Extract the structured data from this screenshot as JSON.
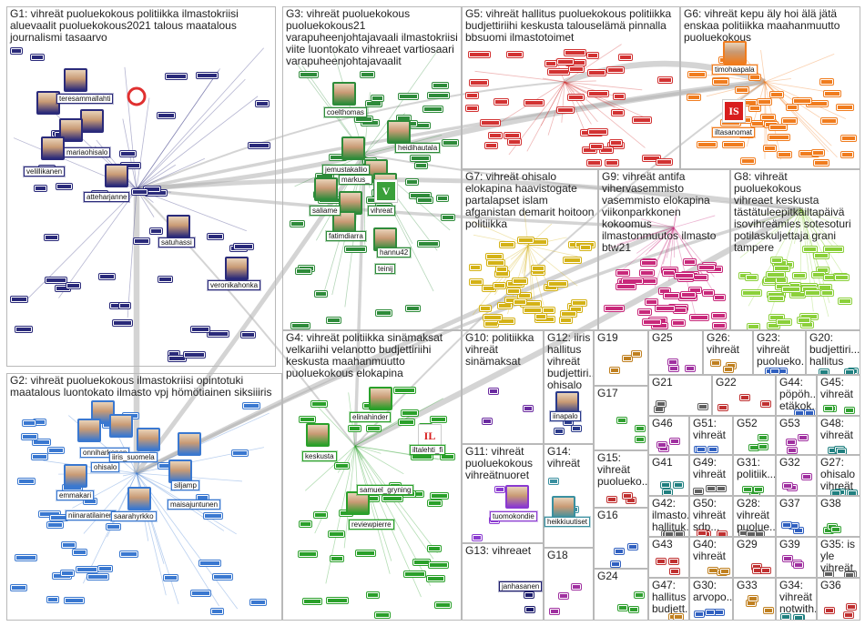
{
  "colors": {
    "G1": "#2a2a7a",
    "G2": "#3a78d0",
    "G3": "#2e8b3a",
    "G4": "#2aa02a",
    "G5": "#d23232",
    "G6": "#f07c1e",
    "G7": "#d4b216",
    "G8": "#8bd03a",
    "G9": "#c8287a",
    "G10": "#6a2aa0",
    "G11": "#8a3ad0",
    "G12": "#2a3a8a",
    "G13": "#1a1a6a",
    "G14": "#3a90a0",
    "edge": "#b0b0b0"
  },
  "groups": [
    {
      "id": "G1",
      "title": "G1: vihreät puoluekokous politiikka ilmastokriisi\naluevaalit puoluekokous2021 talous maatalous\njournalismi tasaarvo"
    },
    {
      "id": "G2",
      "title": "G2: vihreät puoluekokous ilmastokriisi opintotuki\nmaatalous luontokato ilmasto vpj hömötiainen siksiiiris"
    },
    {
      "id": "G3",
      "title": "G3: vihreät puoluekokous\npuoluekokous21\nvarapuheenjohtajavaali ilmastokriisi\nviite luontokato vihreaet vartiosaari\nvarapuheenjohtajavaalit"
    },
    {
      "id": "G4",
      "title": "G4: vihreät politiikka sinämaksat\nvelkariihi velanotto budjettiriihi\nkeskusta maahanmuutto\npuoluekokous elokapina"
    },
    {
      "id": "G5",
      "title": "G5: vihreät hallitus puoluekokous politiikka\nbudjettiriihi keskusta talouselämä pinnalla\nbbsuomi ilmastotoimet"
    },
    {
      "id": "G6",
      "title": "G6: vihreät kepu äly hoi älä jätä\nenskaa politiikka maahanmuutto\npuoluekokous"
    },
    {
      "id": "G7",
      "title": "G7: vihreät ohisalo\nelokapina haavistogate\npartalapset islam\nafganistan demarit hoitoon\npolitiikka"
    },
    {
      "id": "G8",
      "title": "G8: vihreät puoluekokous\nvihreaet keskusta\ntästätuleepitkäiltapäivä\nisovihreämies sotesoturi\npotilaskuljettaja grani\ntampere"
    },
    {
      "id": "G9",
      "title": "G9: vihreät antifa\nvihervasemmisto\nvasemmisto elokapina\nviikonparkkonen\nkokoomus\nilmastonmuutos ilmasto\nbtw21"
    },
    {
      "id": "G10",
      "title": "G10: politiikka\nvihreät\nsinämaksat"
    },
    {
      "id": "G11",
      "title": "G11: vihreät\npuoluekokous\nvihreätnuoret"
    },
    {
      "id": "G12",
      "title": "G12: iiris\nhallitus\nvihreät\nbudjettiri...\nohisalo"
    },
    {
      "id": "G13",
      "title": "G13: vihreaet"
    },
    {
      "id": "G14",
      "title": "G14:\nvihreät"
    },
    {
      "id": "G15",
      "title": "G15:\nvihreät\npuolueko..."
    },
    {
      "id": "G16",
      "title": "G16"
    },
    {
      "id": "G17",
      "title": "G17"
    },
    {
      "id": "G18",
      "title": "G18"
    },
    {
      "id": "G19",
      "title": "G19"
    },
    {
      "id": "G20",
      "title": "G20:\nbudjettiri...\nhallitus"
    },
    {
      "id": "G21",
      "title": "G21"
    },
    {
      "id": "G22",
      "title": "G22"
    },
    {
      "id": "G23",
      "title": "G23:\nvihreät\npuolueko..."
    },
    {
      "id": "G24",
      "title": "G24"
    },
    {
      "id": "G25",
      "title": "G25"
    },
    {
      "id": "G26",
      "title": "G26:\nvihreät"
    },
    {
      "id": "G27",
      "title": "G27:\nohisalo\nvihreät"
    },
    {
      "id": "G28",
      "title": "G28:\nvihreät\npuoluе..."
    },
    {
      "id": "G29",
      "title": "G29"
    },
    {
      "id": "G30",
      "title": "G30:\narvopo..."
    },
    {
      "id": "G31",
      "title": "G31:\npolitiik..."
    },
    {
      "id": "G32",
      "title": "G32"
    },
    {
      "id": "G33",
      "title": "G33"
    },
    {
      "id": "G34",
      "title": "G34:\nvihreät\nnotwith..."
    },
    {
      "id": "G35",
      "title": "G35: is\nyle\nvihreät"
    },
    {
      "id": "G36",
      "title": "G36"
    },
    {
      "id": "G37",
      "title": "G37"
    },
    {
      "id": "G38",
      "title": "G38"
    },
    {
      "id": "G39",
      "title": "G39"
    },
    {
      "id": "G40",
      "title": "G40:\nvihreät"
    },
    {
      "id": "G41",
      "title": "G41"
    },
    {
      "id": "G42",
      "title": "G42:\nilmasto...\nhallituk..."
    },
    {
      "id": "G43",
      "title": "G43"
    },
    {
      "id": "G44",
      "title": "G44:\npöpöh...\netäkok..."
    },
    {
      "id": "G45",
      "title": "G45:\nvihreät"
    },
    {
      "id": "G46",
      "title": "G46"
    },
    {
      "id": "G47",
      "title": "G47:\nhallitus\nbudjett..."
    },
    {
      "id": "G48",
      "title": "G48:\nvihreät"
    },
    {
      "id": "G49",
      "title": "G49:\nvihreät"
    },
    {
      "id": "G50",
      "title": "G50:\nvihreät\nsdp..."
    },
    {
      "id": "G51",
      "title": "G51:\nvihreät"
    },
    {
      "id": "G52",
      "title": "G52"
    },
    {
      "id": "G53",
      "title": "G53"
    }
  ],
  "labels": [
    {
      "text": "teresammallahti",
      "group": "G1"
    },
    {
      "text": "mariaohisalo",
      "group": "G1"
    },
    {
      "text": "velillikanen",
      "group": "G1"
    },
    {
      "text": "atteharjanne",
      "group": "G1"
    },
    {
      "text": "satuhassi",
      "group": "G1"
    },
    {
      "text": "veronikahonka",
      "group": "G1"
    },
    {
      "text": "coelthomas",
      "group": "G3"
    },
    {
      "text": "heidihautala",
      "group": "G3"
    },
    {
      "text": "jemustakallio",
      "group": "G3"
    },
    {
      "text": "markus_",
      "group": "G3"
    },
    {
      "text": "saliame",
      "group": "G3"
    },
    {
      "text": "vihreat",
      "group": "G3"
    },
    {
      "text": "fatimdiarra",
      "group": "G3"
    },
    {
      "text": "hannu42",
      "group": "G3"
    },
    {
      "text": "teinij",
      "group": "G3"
    },
    {
      "text": "onniharkonen",
      "group": "G2"
    },
    {
      "text": "iiris_suomela",
      "group": "G2"
    },
    {
      "text": "emmakari",
      "group": "G2"
    },
    {
      "text": "niinaratilainen",
      "group": "G2"
    },
    {
      "text": "saarahyrkko",
      "group": "G2"
    },
    {
      "text": "siljamp",
      "group": "G2"
    },
    {
      "text": "maisajuntunen",
      "group": "G2"
    },
    {
      "text": "ohisalo",
      "group": "G2"
    },
    {
      "text": "elinahinder",
      "group": "G4"
    },
    {
      "text": "keskusta",
      "group": "G4"
    },
    {
      "text": "iltalehti_fi",
      "group": "G4"
    },
    {
      "text": "samuel_gryning",
      "group": "G4"
    },
    {
      "text": "reviewpierre",
      "group": "G4"
    },
    {
      "text": "timohaapala",
      "group": "G6"
    },
    {
      "text": "iltasanomat",
      "group": "G6"
    },
    {
      "text": "iinapalo",
      "group": "G12"
    },
    {
      "text": "tuomokondie",
      "group": "G11"
    },
    {
      "text": "heikkiuutiset",
      "group": "G14"
    },
    {
      "text": "janhasanen",
      "group": "G13"
    }
  ]
}
